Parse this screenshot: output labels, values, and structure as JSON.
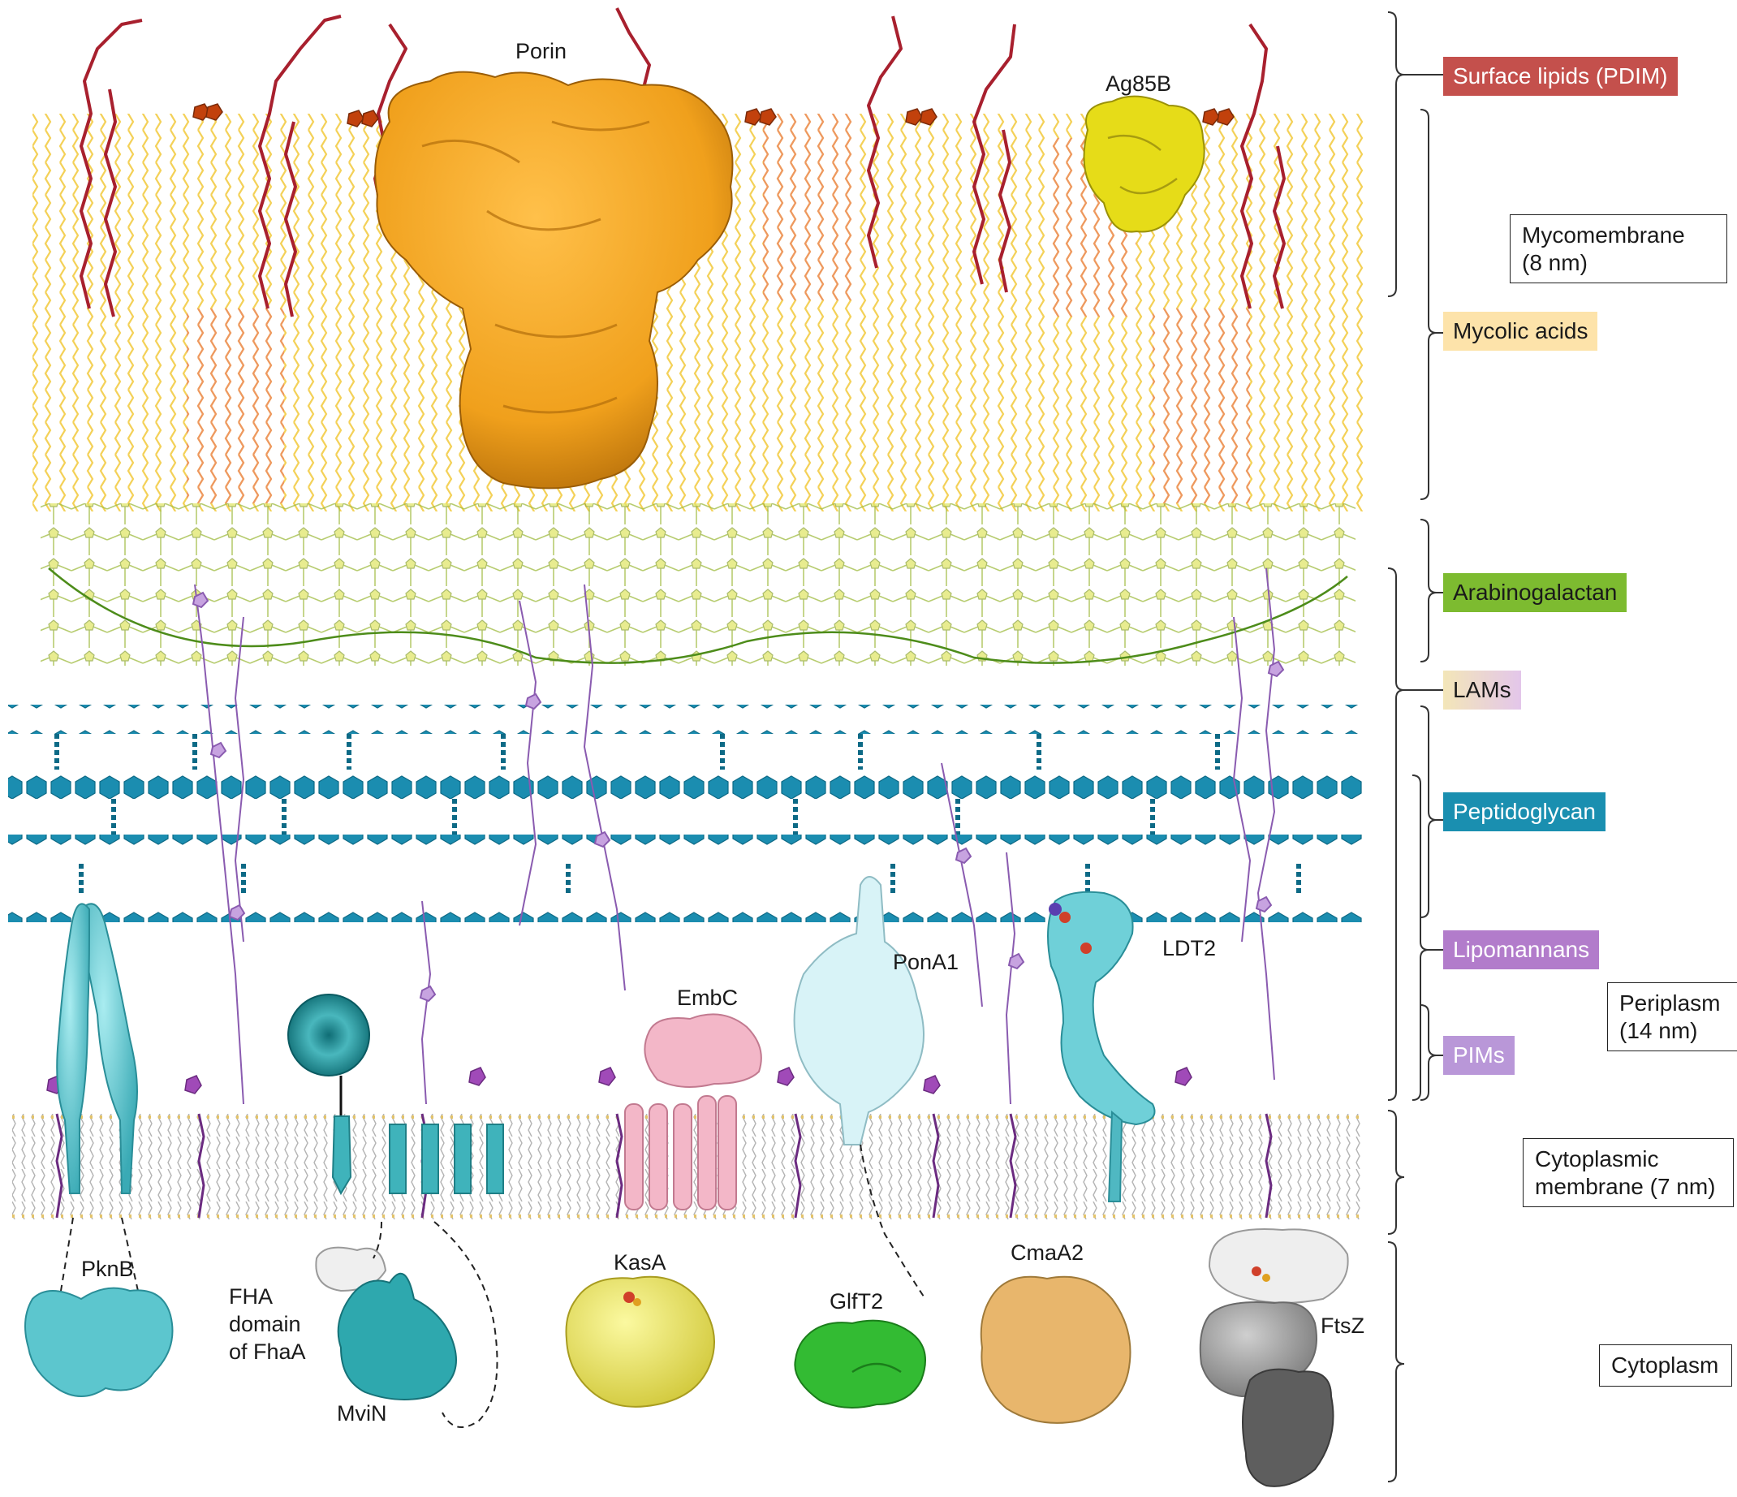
{
  "molecules": {
    "porin": "Porin",
    "ag85b": "Ag85B",
    "embc": "EmbC",
    "pona1": "PonA1",
    "ldt2": "LDT2",
    "pknb": "PknB",
    "fha_line1": "FHA",
    "fha_line2": "domain",
    "fha_line3": "of FhaA",
    "mvin": "MviN",
    "kasa": "KasA",
    "glft2": "GlfT2",
    "cmaa2": "CmaA2",
    "ftsz": "FtsZ"
  },
  "layers": {
    "surface_lipids": "Surface lipids (PDIM)",
    "mycolic_acids": "Mycolic acids",
    "arabinogalactan": "Arabinogalactan",
    "lams": "LAMs",
    "peptidoglycan": "Peptidoglycan",
    "lipomannans": "Lipomannans",
    "pims": "PIMs"
  },
  "regions": {
    "mycomembrane_line1": "Mycomembrane",
    "mycomembrane_line2": "(8 nm)",
    "periplasm_line1": "Periplasm",
    "periplasm_line2": "(14 nm)",
    "cytoplasmic_line1": "Cytoplasmic",
    "cytoplasmic_line2": "membrane (7 nm)",
    "cytoplasm": "Cytoplasm"
  },
  "colors": {
    "surface_lipids": "#c0504d",
    "mycolic_acids": "#fde2a8",
    "arabinogalactan": "#7cb82f",
    "lams": "#e3c9e6",
    "peptidoglycan": "#1a8fb0",
    "lipomannans": "#b07cc9",
    "pims": "#b896d6",
    "porin": "#f5a623",
    "ag85b": "#e8e020",
    "cyan_protein": "#6fd0d8",
    "embc": "#f4b8c8",
    "pona1": "#d6f2f6",
    "kasa": "#eee56a",
    "glft2": "#3cc23c",
    "cmaa2": "#e8b56a",
    "ftsz": "#9a9a9a"
  }
}
